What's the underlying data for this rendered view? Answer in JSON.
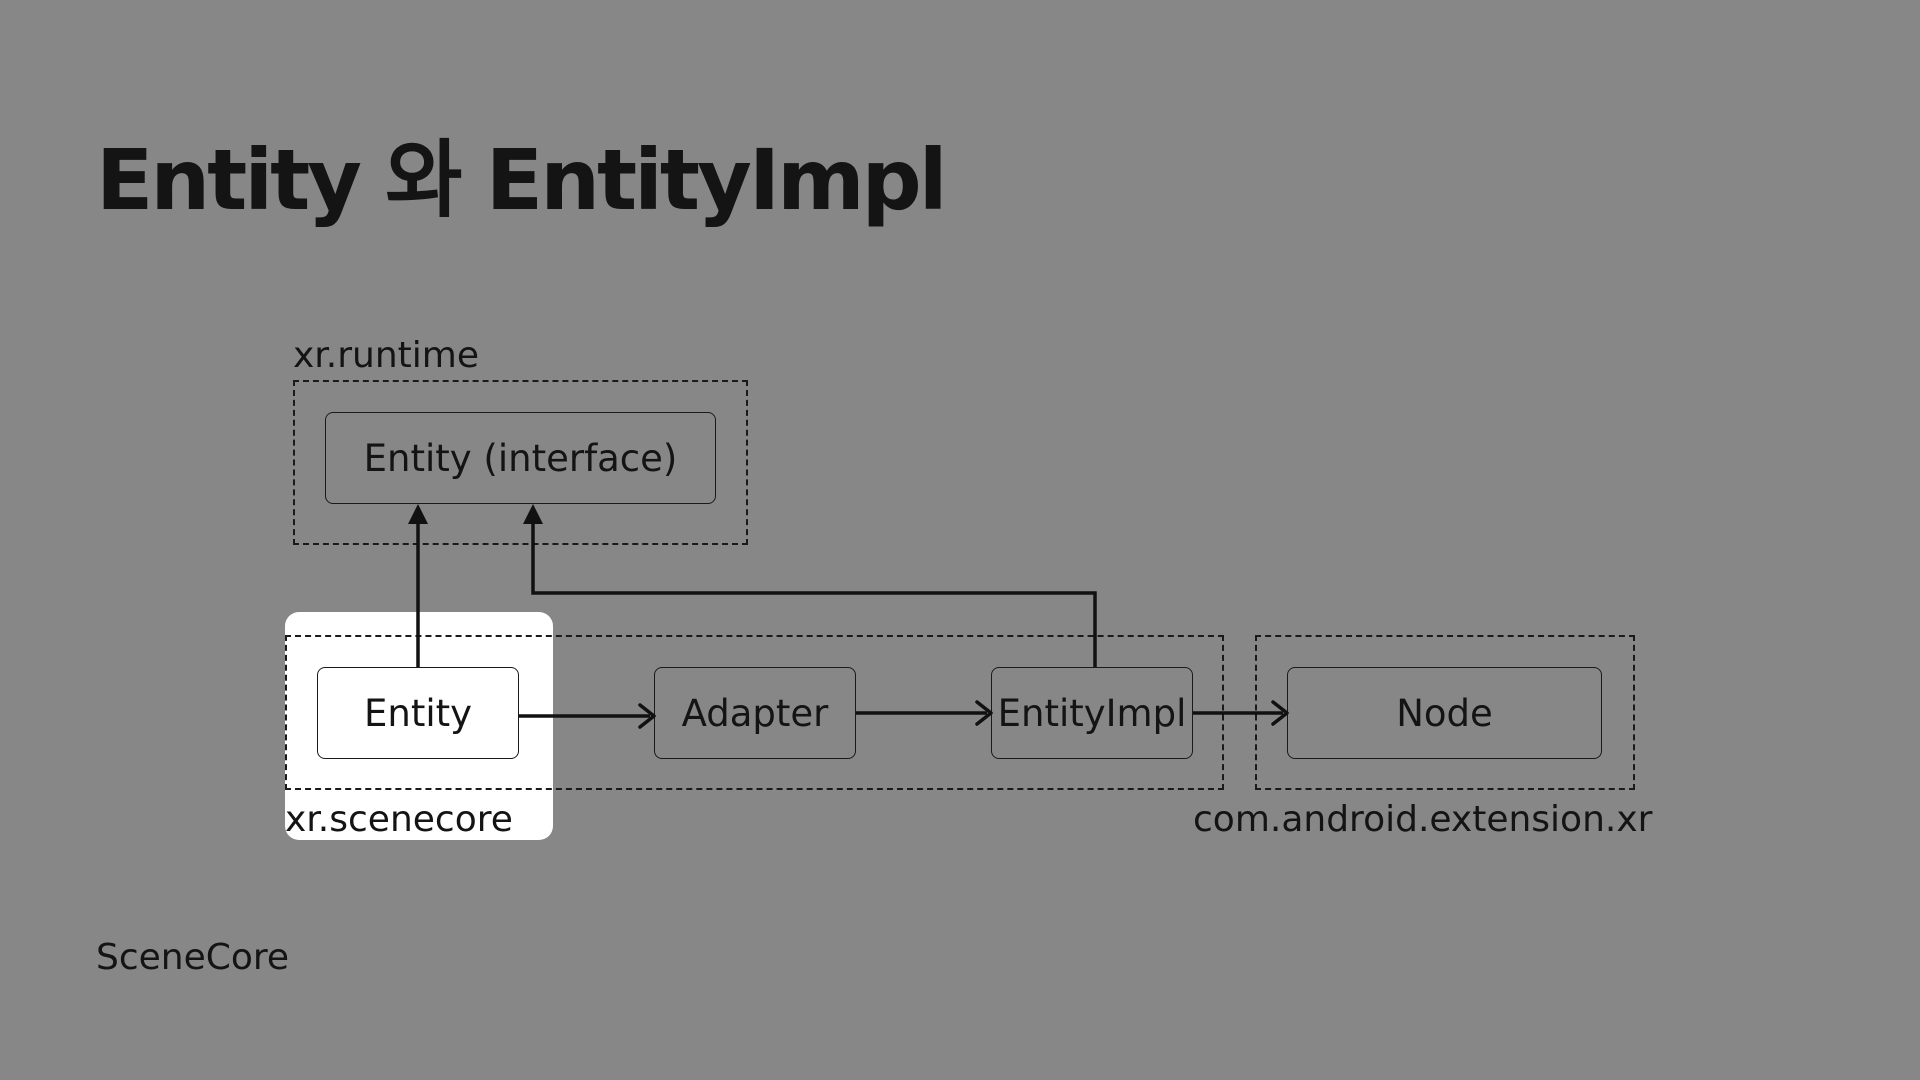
{
  "title": "Entity 와 EntityImpl",
  "footer": "SceneCore",
  "packages": {
    "runtime": "xr.runtime",
    "scenecore": "xr.scenecore",
    "extension": "com.android.extension.xr"
  },
  "nodes": {
    "entity_interface": "Entity (interface)",
    "entity": "Entity",
    "adapter": "Adapter",
    "entity_impl": "EntityImpl",
    "node": "Node"
  },
  "edges": [
    {
      "from": "Entity",
      "to": "Entity (interface)"
    },
    {
      "from": "EntityImpl",
      "to": "Entity (interface)"
    },
    {
      "from": "Entity",
      "to": "Adapter"
    },
    {
      "from": "Adapter",
      "to": "EntityImpl"
    },
    {
      "from": "EntityImpl",
      "to": "Node"
    }
  ],
  "colors": {
    "background": "#878787",
    "highlight": "#ffffff",
    "ink": "#141414"
  }
}
